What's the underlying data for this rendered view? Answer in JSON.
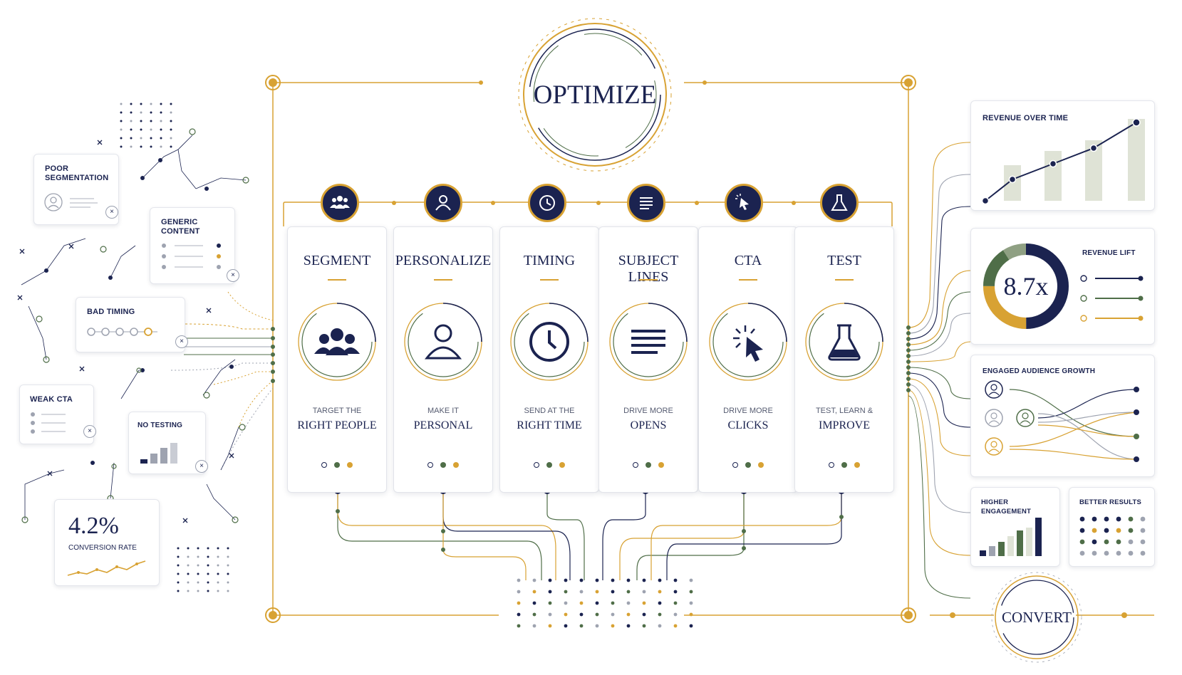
{
  "header": {
    "title": "OPTIMIZE"
  },
  "problems": {
    "poor_segmentation": "POOR SEGMENTATION",
    "generic_content": "GENERIC CONTENT",
    "bad_timing": "BAD TIMING",
    "weak_cta": "WEAK CTA",
    "no_testing": "NO TESTING",
    "conversion_value": "4.2%",
    "conversion_label": "CONVERSION RATE",
    "close_icon": "×"
  },
  "steps": [
    {
      "title": "SEGMENT",
      "sub": "TARGET THE",
      "main": "RIGHT PEOPLE",
      "icon": "group-icon"
    },
    {
      "title": "PERSONALIZE",
      "sub": "MAKE IT",
      "main": "PERSONAL",
      "icon": "person-icon"
    },
    {
      "title": "TIMING",
      "sub": "SEND AT THE",
      "main": "RIGHT TIME",
      "icon": "clock-icon"
    },
    {
      "title": "SUBJECT LINES",
      "sub": "DRIVE MORE",
      "main": "OPENS",
      "icon": "lines-icon"
    },
    {
      "title": "CTA",
      "sub": "DRIVE MORE",
      "main": "CLICKS",
      "icon": "cursor-icon"
    },
    {
      "title": "TEST",
      "sub": "TEST, LEARN &",
      "main": "IMPROVE",
      "icon": "flask-icon"
    }
  ],
  "results": {
    "revenue_over_time": "REVENUE OVER TIME",
    "revenue_lift": "REVENUE LIFT",
    "lift_value": "8.7x",
    "engaged_audience": "ENGAGED AUDIENCE GROWTH",
    "higher_engagement": "HIGHER ENGAGEMENT",
    "better_results": "BETTER RESULTS"
  },
  "footer": {
    "convert": "CONVERT"
  },
  "colors": {
    "navy": "#1b2350",
    "gold": "#d8a233",
    "green": "#4f6e48",
    "gray": "#9ea3b0"
  }
}
